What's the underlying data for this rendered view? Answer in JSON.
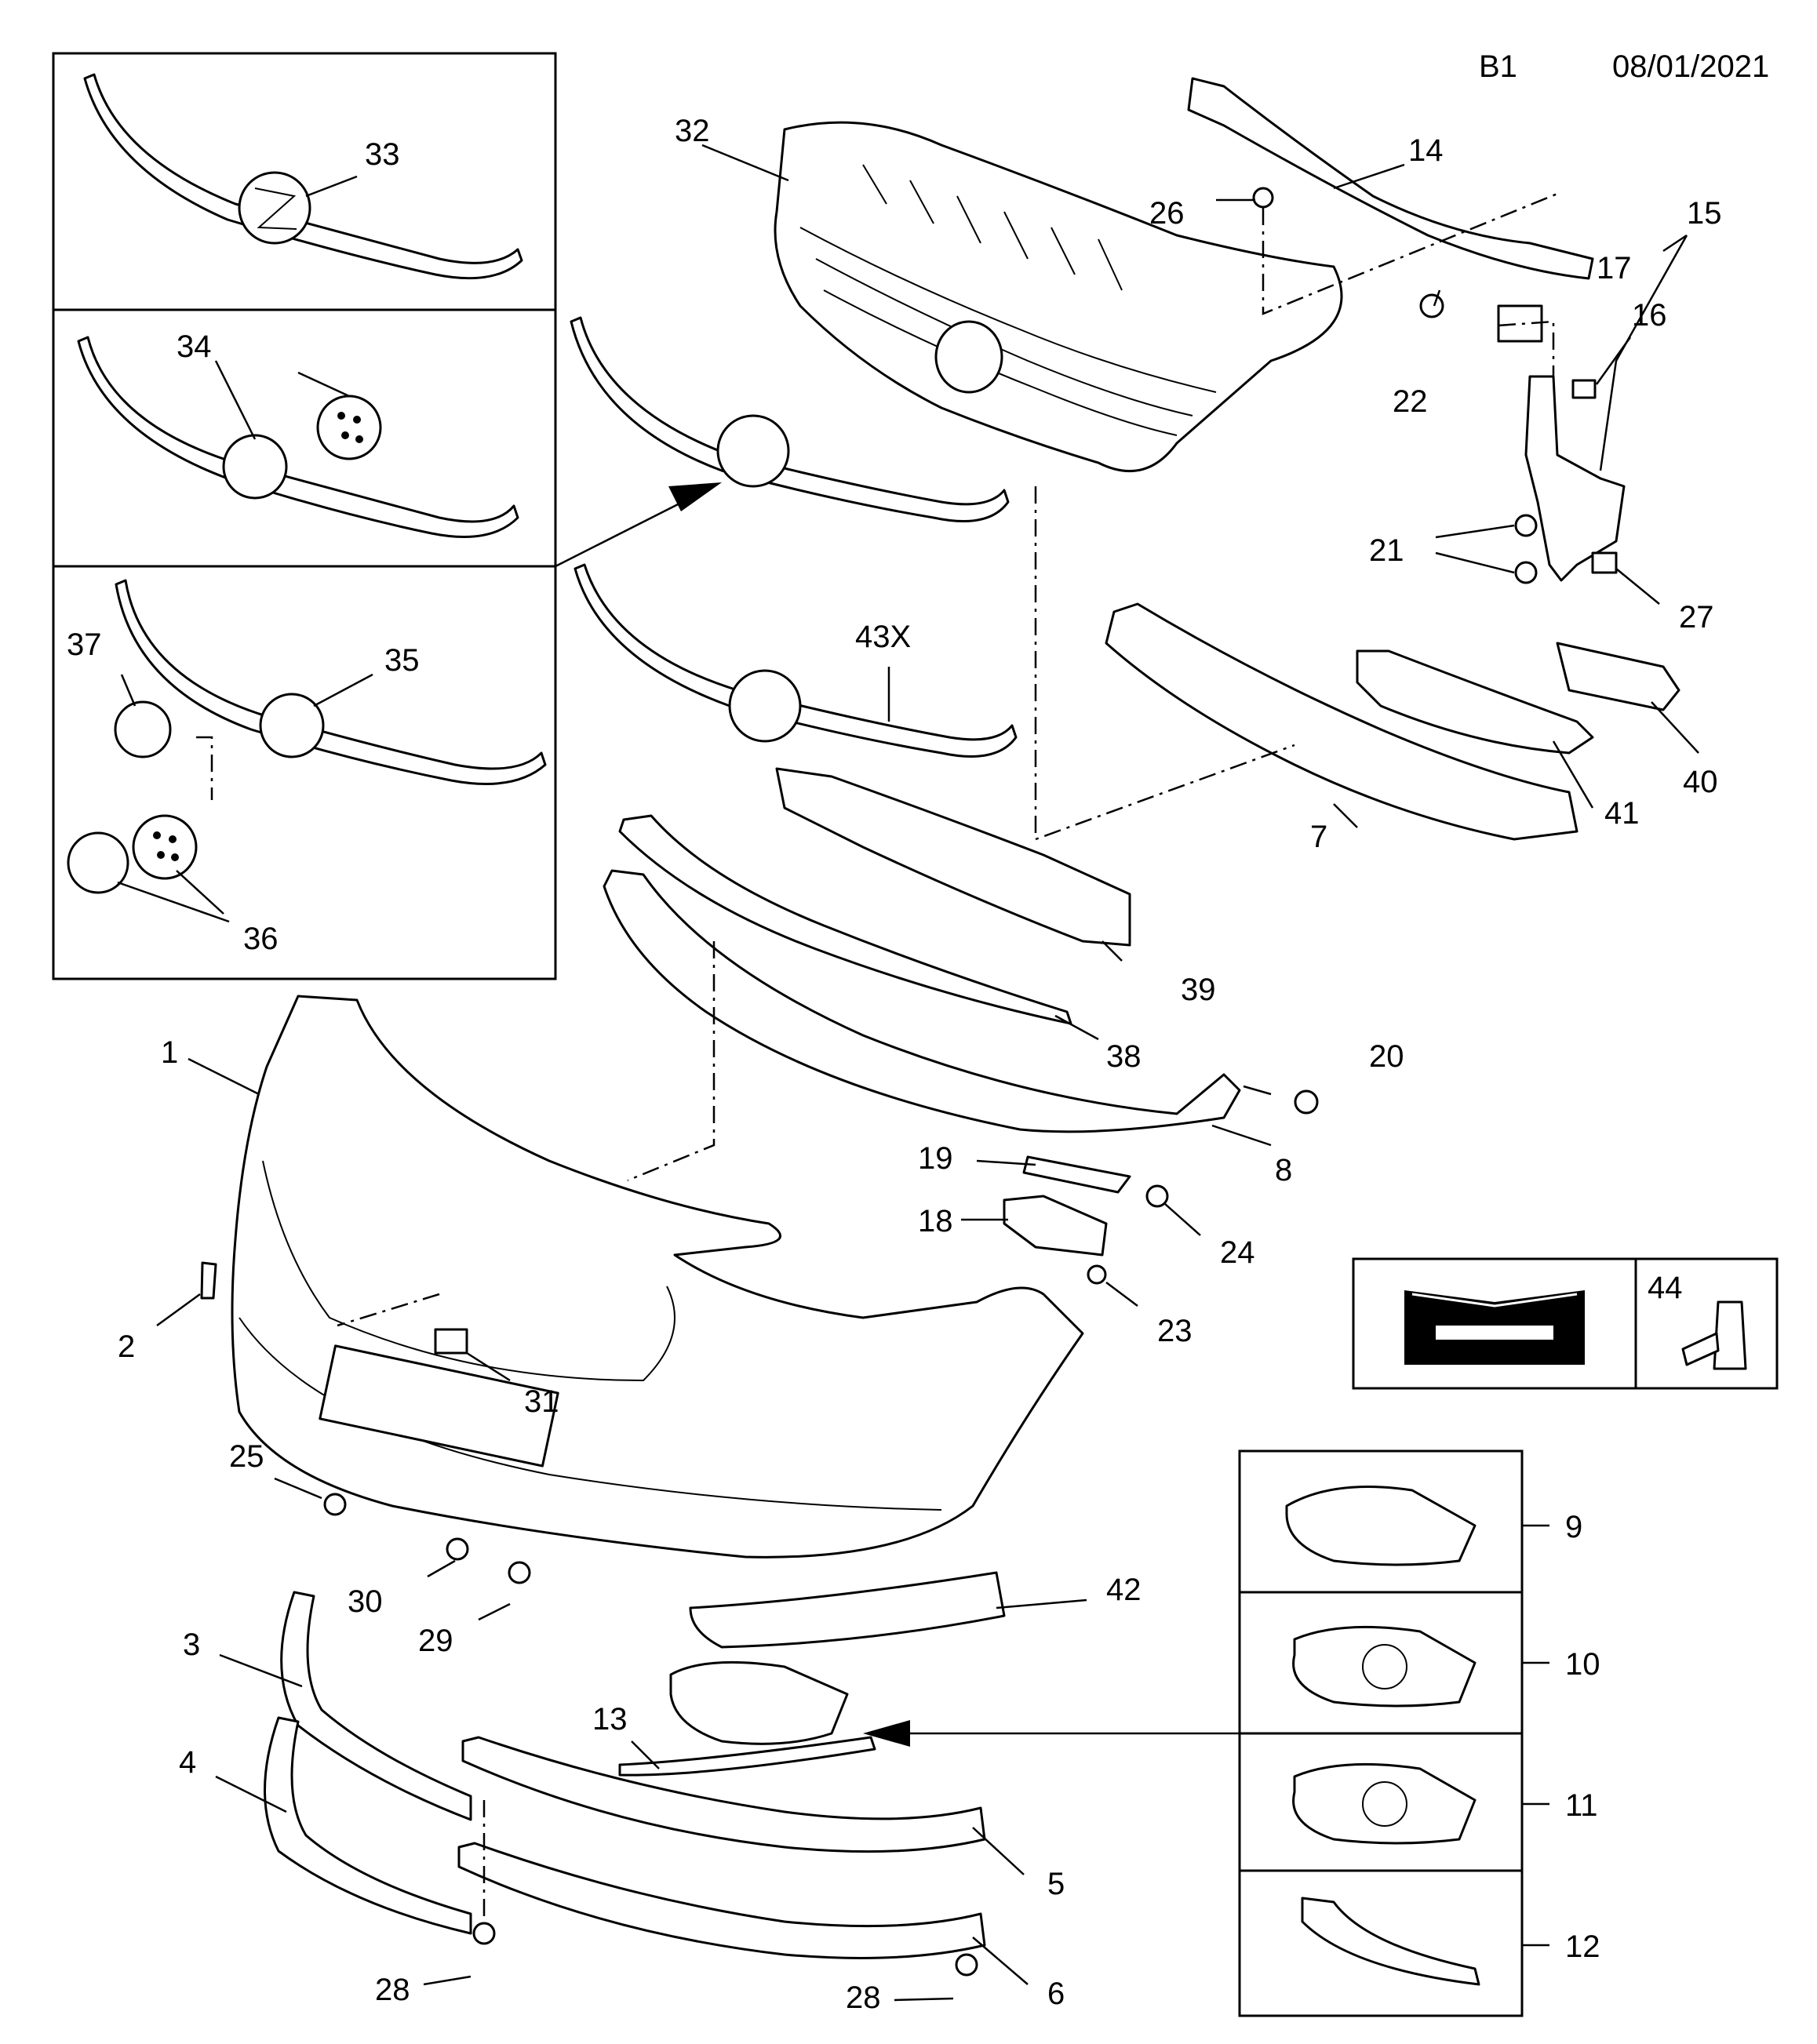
{
  "header": {
    "code": "B1",
    "date": "08/01/2021"
  },
  "callouts": [
    "1",
    "2",
    "3",
    "4",
    "5",
    "6",
    "7",
    "8",
    "9",
    "10",
    "11",
    "12",
    "13",
    "14",
    "15",
    "16",
    "17",
    "18",
    "19",
    "20",
    "21",
    "22",
    "23",
    "24",
    "25",
    "26",
    "27",
    "28",
    "28",
    "29",
    "30",
    "31",
    "32",
    "33",
    "34",
    "35",
    "36",
    "37",
    "38",
    "39",
    "40",
    "41",
    "42",
    "43X",
    "44"
  ]
}
